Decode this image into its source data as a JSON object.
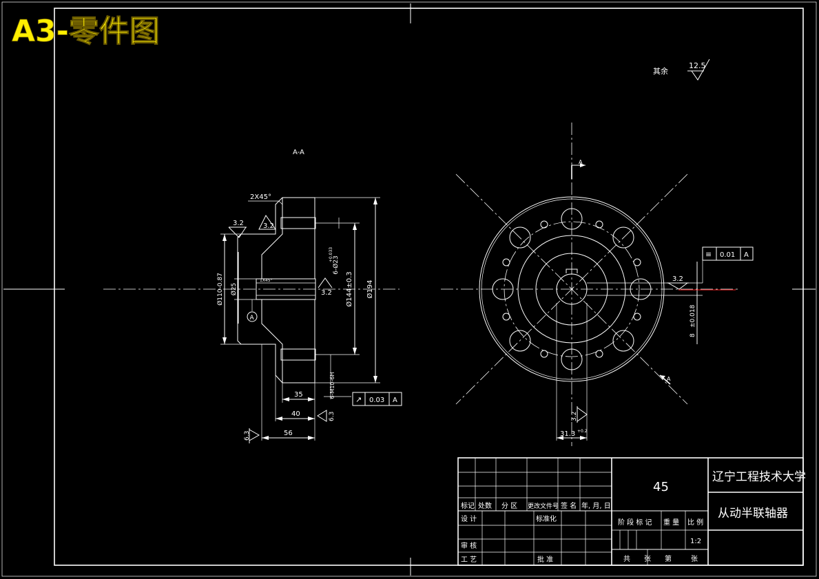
{
  "banner": {
    "title": "A3-零件图"
  },
  "roughness_note": {
    "label": "其余",
    "value": "12.5"
  },
  "section_view": {
    "section_label": "A-A",
    "chamfer": "2X45°",
    "dimensions": {
      "dia_110": "Ø110-0.87",
      "dia_25": "Ø25",
      "dia_23": "6-Ø23",
      "dia_23_tol": "+0.033",
      "dia_144": "Ø144±0.3",
      "dia_194": "Ø194",
      "m10": "6-M10-6H",
      "len_35": "35",
      "len_40": "40",
      "len_56": "56",
      "chamfer_small": "1X45°"
    },
    "roughness": {
      "top_left": "3.2",
      "top_right": "3.2",
      "center": "3.2",
      "bottom_mid": "6.3",
      "bottom_left": "6.3"
    },
    "datum": "A",
    "runout_tol": {
      "symbol": "↗",
      "value": "0.03",
      "datum": "A"
    }
  },
  "front_view": {
    "section_mark": "A",
    "section_mark_2": "A",
    "dimensions": {
      "keyway_depth": "31.3",
      "keyway_depth_tol": "+0.2",
      "keyway_width": "8",
      "keyway_width_tol": "±0.018"
    },
    "roughness": {
      "right": "3.2",
      "bottom": "3.2"
    },
    "symmetry_tol": {
      "symbol": "≡",
      "value": "0.01",
      "datum": "A"
    }
  },
  "title_block": {
    "material": "45",
    "university": "辽宁工程技术大学",
    "part_name": "从动半联轴器",
    "headers": [
      "标记",
      "处数",
      "分 区",
      "更改文件号",
      "签 名",
      "年, 月, 日"
    ],
    "design": "设 计",
    "standardization": "标准化",
    "review": "审 核",
    "process": "工 艺",
    "approve": "批 准",
    "stage_mark": "阶 段 标 记",
    "weight": "重 量",
    "scale_label": "比 例",
    "scale": "1:2",
    "sheets_total": "共",
    "sheets_label": "张",
    "sheet_no": "第",
    "sheet_label2": "张"
  }
}
